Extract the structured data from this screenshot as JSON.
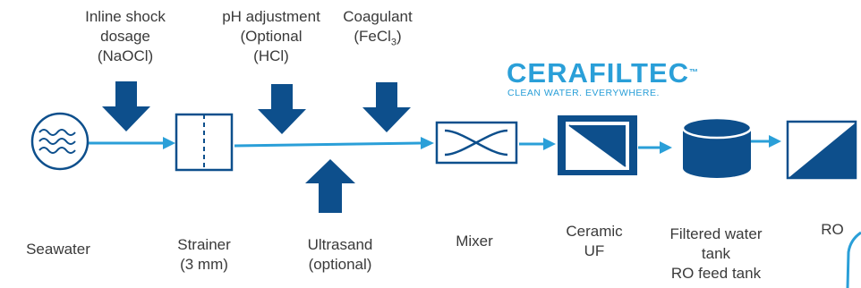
{
  "dosing": {
    "shock": [
      "Inline shock",
      "dosage",
      "(NaOCl)"
    ],
    "ph": [
      "pH adjustment",
      "(Optional",
      "(HCl)"
    ],
    "coagulant_line1": "Coagulant",
    "coagulant_pre": "(FeCl",
    "coagulant_sub": "3",
    "coagulant_post": ")"
  },
  "logo": {
    "word": "CERAFILTEC",
    "tm": "™",
    "tagline": "CLEAN WATER. EVERYWHERE."
  },
  "stages": {
    "seawater": "Seawater",
    "strainer": [
      "Strainer",
      "(3 mm)"
    ],
    "ultrasand": [
      "Ultrasand",
      "(optional)"
    ],
    "mixer": "Mixer",
    "ceramic": [
      "Ceramic",
      "UF"
    ],
    "filtered": [
      "Filtered water",
      "tank",
      "RO feed tank"
    ],
    "ro": "RO"
  },
  "colors": {
    "dark_blue": "#0d4f8c",
    "light_blue": "#2a9fd8",
    "text": "#3a3a3a"
  },
  "icons": [
    "seawater-wave-icon",
    "strainer-icon",
    "mixer-icon",
    "ceramic-uf-icon",
    "tank-icon",
    "ro-membrane-icon"
  ]
}
